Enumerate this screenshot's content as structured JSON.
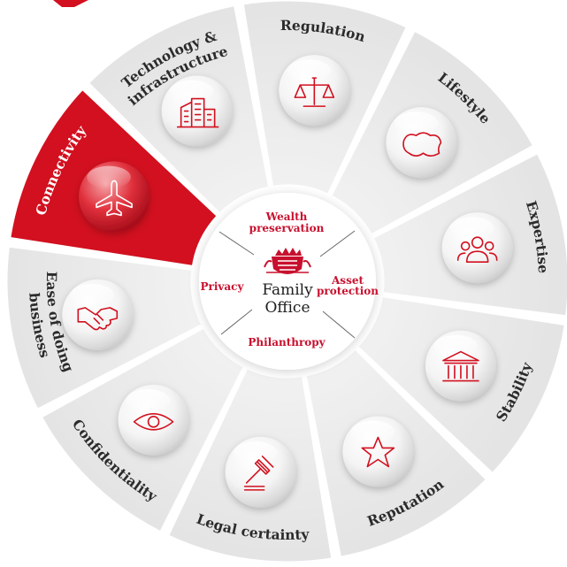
{
  "center": {
    "title_line1": "Family",
    "title_line2": "Office",
    "emblem": "jersey-crest-icon",
    "pillars": [
      {
        "lines": [
          "Wealth",
          "preservation"
        ]
      },
      {
        "lines": [
          "Asset",
          "protection"
        ]
      },
      {
        "lines": [
          "Philanthropy"
        ]
      },
      {
        "lines": [
          "Privacy"
        ]
      }
    ]
  },
  "segments": [
    {
      "key": "regulation",
      "lines": [
        "Regulation"
      ],
      "icon": "scales-of-justice-icon",
      "active": false
    },
    {
      "key": "lifestyle",
      "lines": [
        "Lifestyle"
      ],
      "icon": "jersey-island-map-icon",
      "active": false
    },
    {
      "key": "expertise",
      "lines": [
        "Expertise"
      ],
      "icon": "people-group-icon",
      "active": false
    },
    {
      "key": "stability",
      "lines": [
        "Stability"
      ],
      "icon": "bank-building-icon",
      "active": false
    },
    {
      "key": "reputation",
      "lines": [
        "Reputation"
      ],
      "icon": "star-icon",
      "active": false
    },
    {
      "key": "legal-certainty",
      "lines": [
        "Legal certainty"
      ],
      "icon": "gavel-icon",
      "active": false
    },
    {
      "key": "confidentiality",
      "lines": [
        "Confidentiality"
      ],
      "icon": "eye-icon",
      "active": false
    },
    {
      "key": "ease-of-doing-business",
      "lines": [
        "Ease of doing",
        "business"
      ],
      "icon": "handshake-icon",
      "active": false
    },
    {
      "key": "connectivity",
      "lines": [
        "Connectivity"
      ],
      "icon": "airplane-icon",
      "active": true
    },
    {
      "key": "technology-infrastructure",
      "lines": [
        "Technology &",
        "infrastructure"
      ],
      "icon": "office-buildings-icon",
      "active": false
    }
  ],
  "colors": {
    "accent": "#d2101f",
    "segment_fill": "#ececec",
    "hub_fill": "#ffffff",
    "label_text": "#2b2b2b",
    "pillar_text": "#c8102e"
  }
}
